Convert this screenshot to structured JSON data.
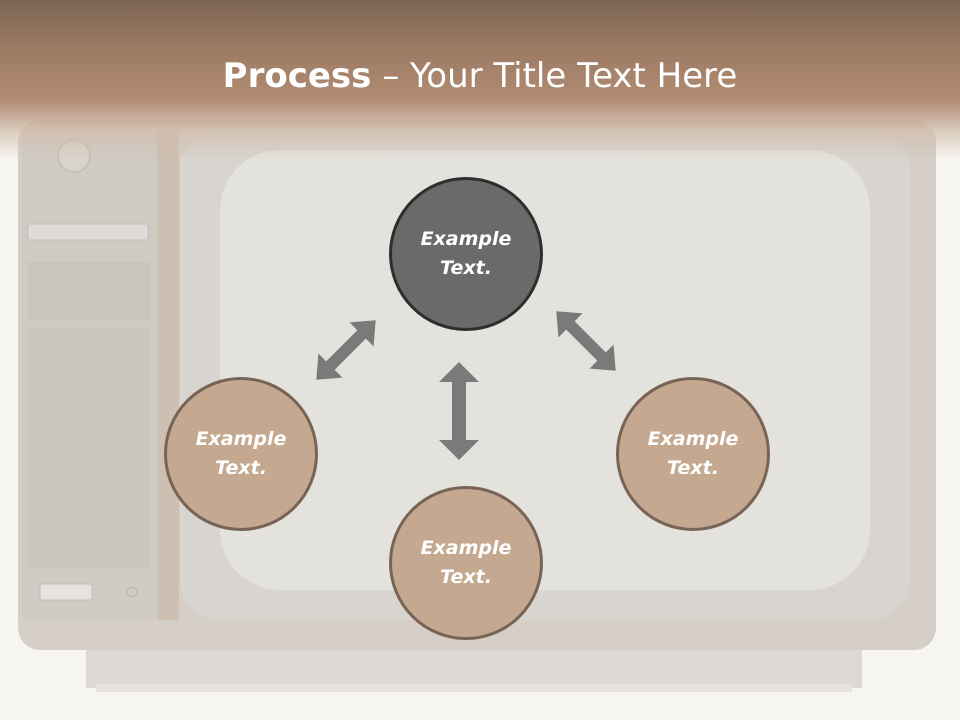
{
  "slide": {
    "title_bold": "Process",
    "title_dash": " – ",
    "title_rest": "Your Title Text Here"
  },
  "nodes": {
    "top": {
      "line1": "Example",
      "line2": "Text."
    },
    "left": {
      "line1": "Example",
      "line2": "Text."
    },
    "right": {
      "line1": "Example",
      "line2": "Text."
    },
    "bottom": {
      "line1": "Example",
      "line2": "Text."
    }
  },
  "colors": {
    "header": "#9c7a63",
    "center_circle": "#6a6a6a",
    "outer_circle": "#c4a88f",
    "arrow": "#7a7a7a"
  },
  "icons": {
    "background": "vintage-television-image",
    "arrows": "double-headed-arrow-icon"
  }
}
